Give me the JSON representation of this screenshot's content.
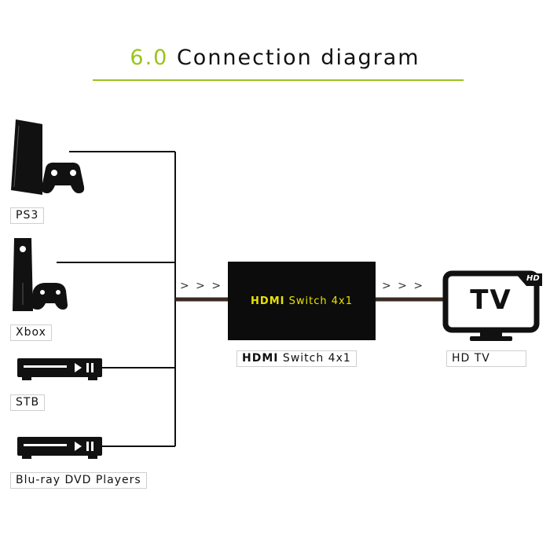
{
  "title": {
    "number": "6.0",
    "text": "Connection diagram"
  },
  "sources": [
    {
      "label": "PS3"
    },
    {
      "label": "Xbox"
    },
    {
      "label": "STB"
    },
    {
      "label": "Blu-ray DVD Players"
    }
  ],
  "switch": {
    "name_bold": "HDMI",
    "name_rest": " Switch 4x1"
  },
  "display": {
    "screen_text": "TV",
    "badge": "HD",
    "label": "HD TV"
  },
  "arrows": {
    "left": "> > >",
    "right": "> > >"
  },
  "colors": {
    "accent": "#9ac31c",
    "switch_text": "#e8e200",
    "device": "#0c0c0c"
  }
}
